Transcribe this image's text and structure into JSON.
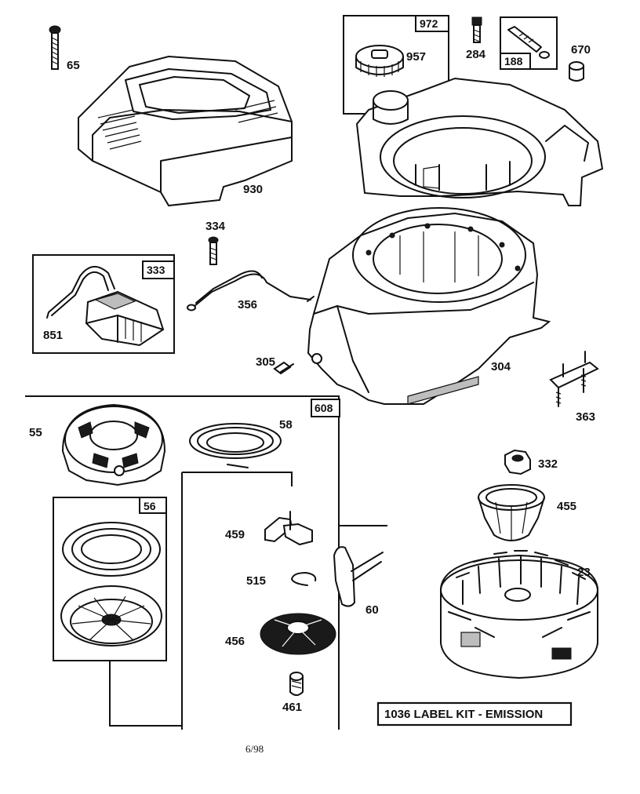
{
  "labels": {
    "p65": "65",
    "p930": "930",
    "p972": "972",
    "p957": "957",
    "p284": "284",
    "p188": "188",
    "p670": "670",
    "p334": "334",
    "p333": "333",
    "p851": "851",
    "p356": "356",
    "p305": "305",
    "p304": "304",
    "p363": "363",
    "p608": "608",
    "p55": "55",
    "p58": "58",
    "p56": "56",
    "p459": "459",
    "p515": "515",
    "p60": "60",
    "p456": "456",
    "p461": "461",
    "p332": "332",
    "p455": "455",
    "p23": "23"
  },
  "label_kit": "1036 LABEL KIT - EMISSION",
  "footer_date": "6/98"
}
